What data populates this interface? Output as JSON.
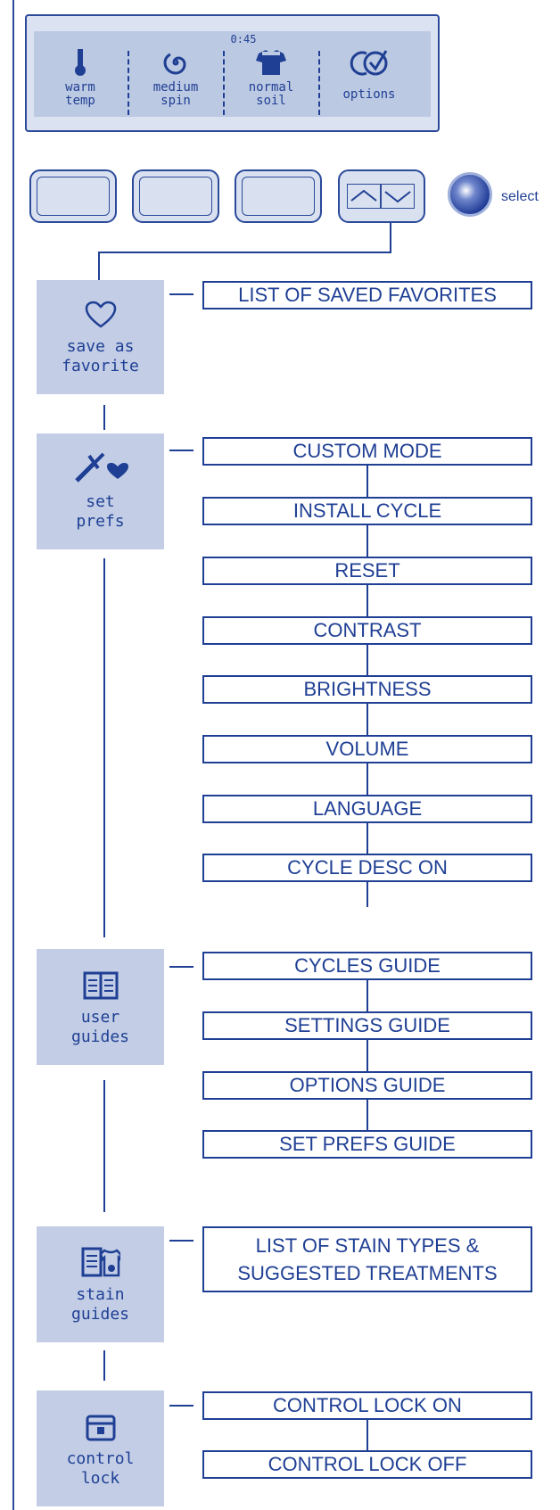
{
  "display": {
    "time": "0:45",
    "items": [
      {
        "icon": "thermometer-icon",
        "label": "warm\ntemp"
      },
      {
        "icon": "spin-spiral-icon",
        "label": "medium\nspin"
      },
      {
        "icon": "shirt-icon",
        "label": "normal\nsoil"
      },
      {
        "icon": "options-check-icon",
        "label": "options"
      }
    ]
  },
  "controls": {
    "select_label": "select"
  },
  "tiles": {
    "favorite": {
      "label": "save as\nfavorite",
      "icon": "heart-icon"
    },
    "prefs": {
      "label": "set\nprefs",
      "icon": "wrench-heart-icon"
    },
    "guides": {
      "label": "user\nguides",
      "icon": "book-icon"
    },
    "stain": {
      "label": "stain\nguides",
      "icon": "stain-book-icon"
    },
    "lock": {
      "label": "control\nlock",
      "icon": "lock-icon"
    }
  },
  "menus": {
    "favorite": [
      "LIST OF SAVED FAVORITES"
    ],
    "prefs": [
      "CUSTOM MODE",
      "INSTALL CYCLE",
      "RESET",
      "CONTRAST",
      "BRIGHTNESS",
      "VOLUME",
      "LANGUAGE",
      "CYCLE DESC ON"
    ],
    "guides": [
      "CYCLES GUIDE",
      "SETTINGS GUIDE",
      "OPTIONS GUIDE",
      "SET PREFS GUIDE"
    ],
    "stain": [
      "LIST OF STAIN TYPES &\nSUGGESTED TREATMENTS"
    ],
    "lock": [
      "CONTROL LOCK ON",
      "CONTROL LOCK OFF"
    ]
  },
  "colors": {
    "accent": "#1f3f94",
    "panel": "#c3cee6",
    "lcd": "#bcc9e2"
  }
}
